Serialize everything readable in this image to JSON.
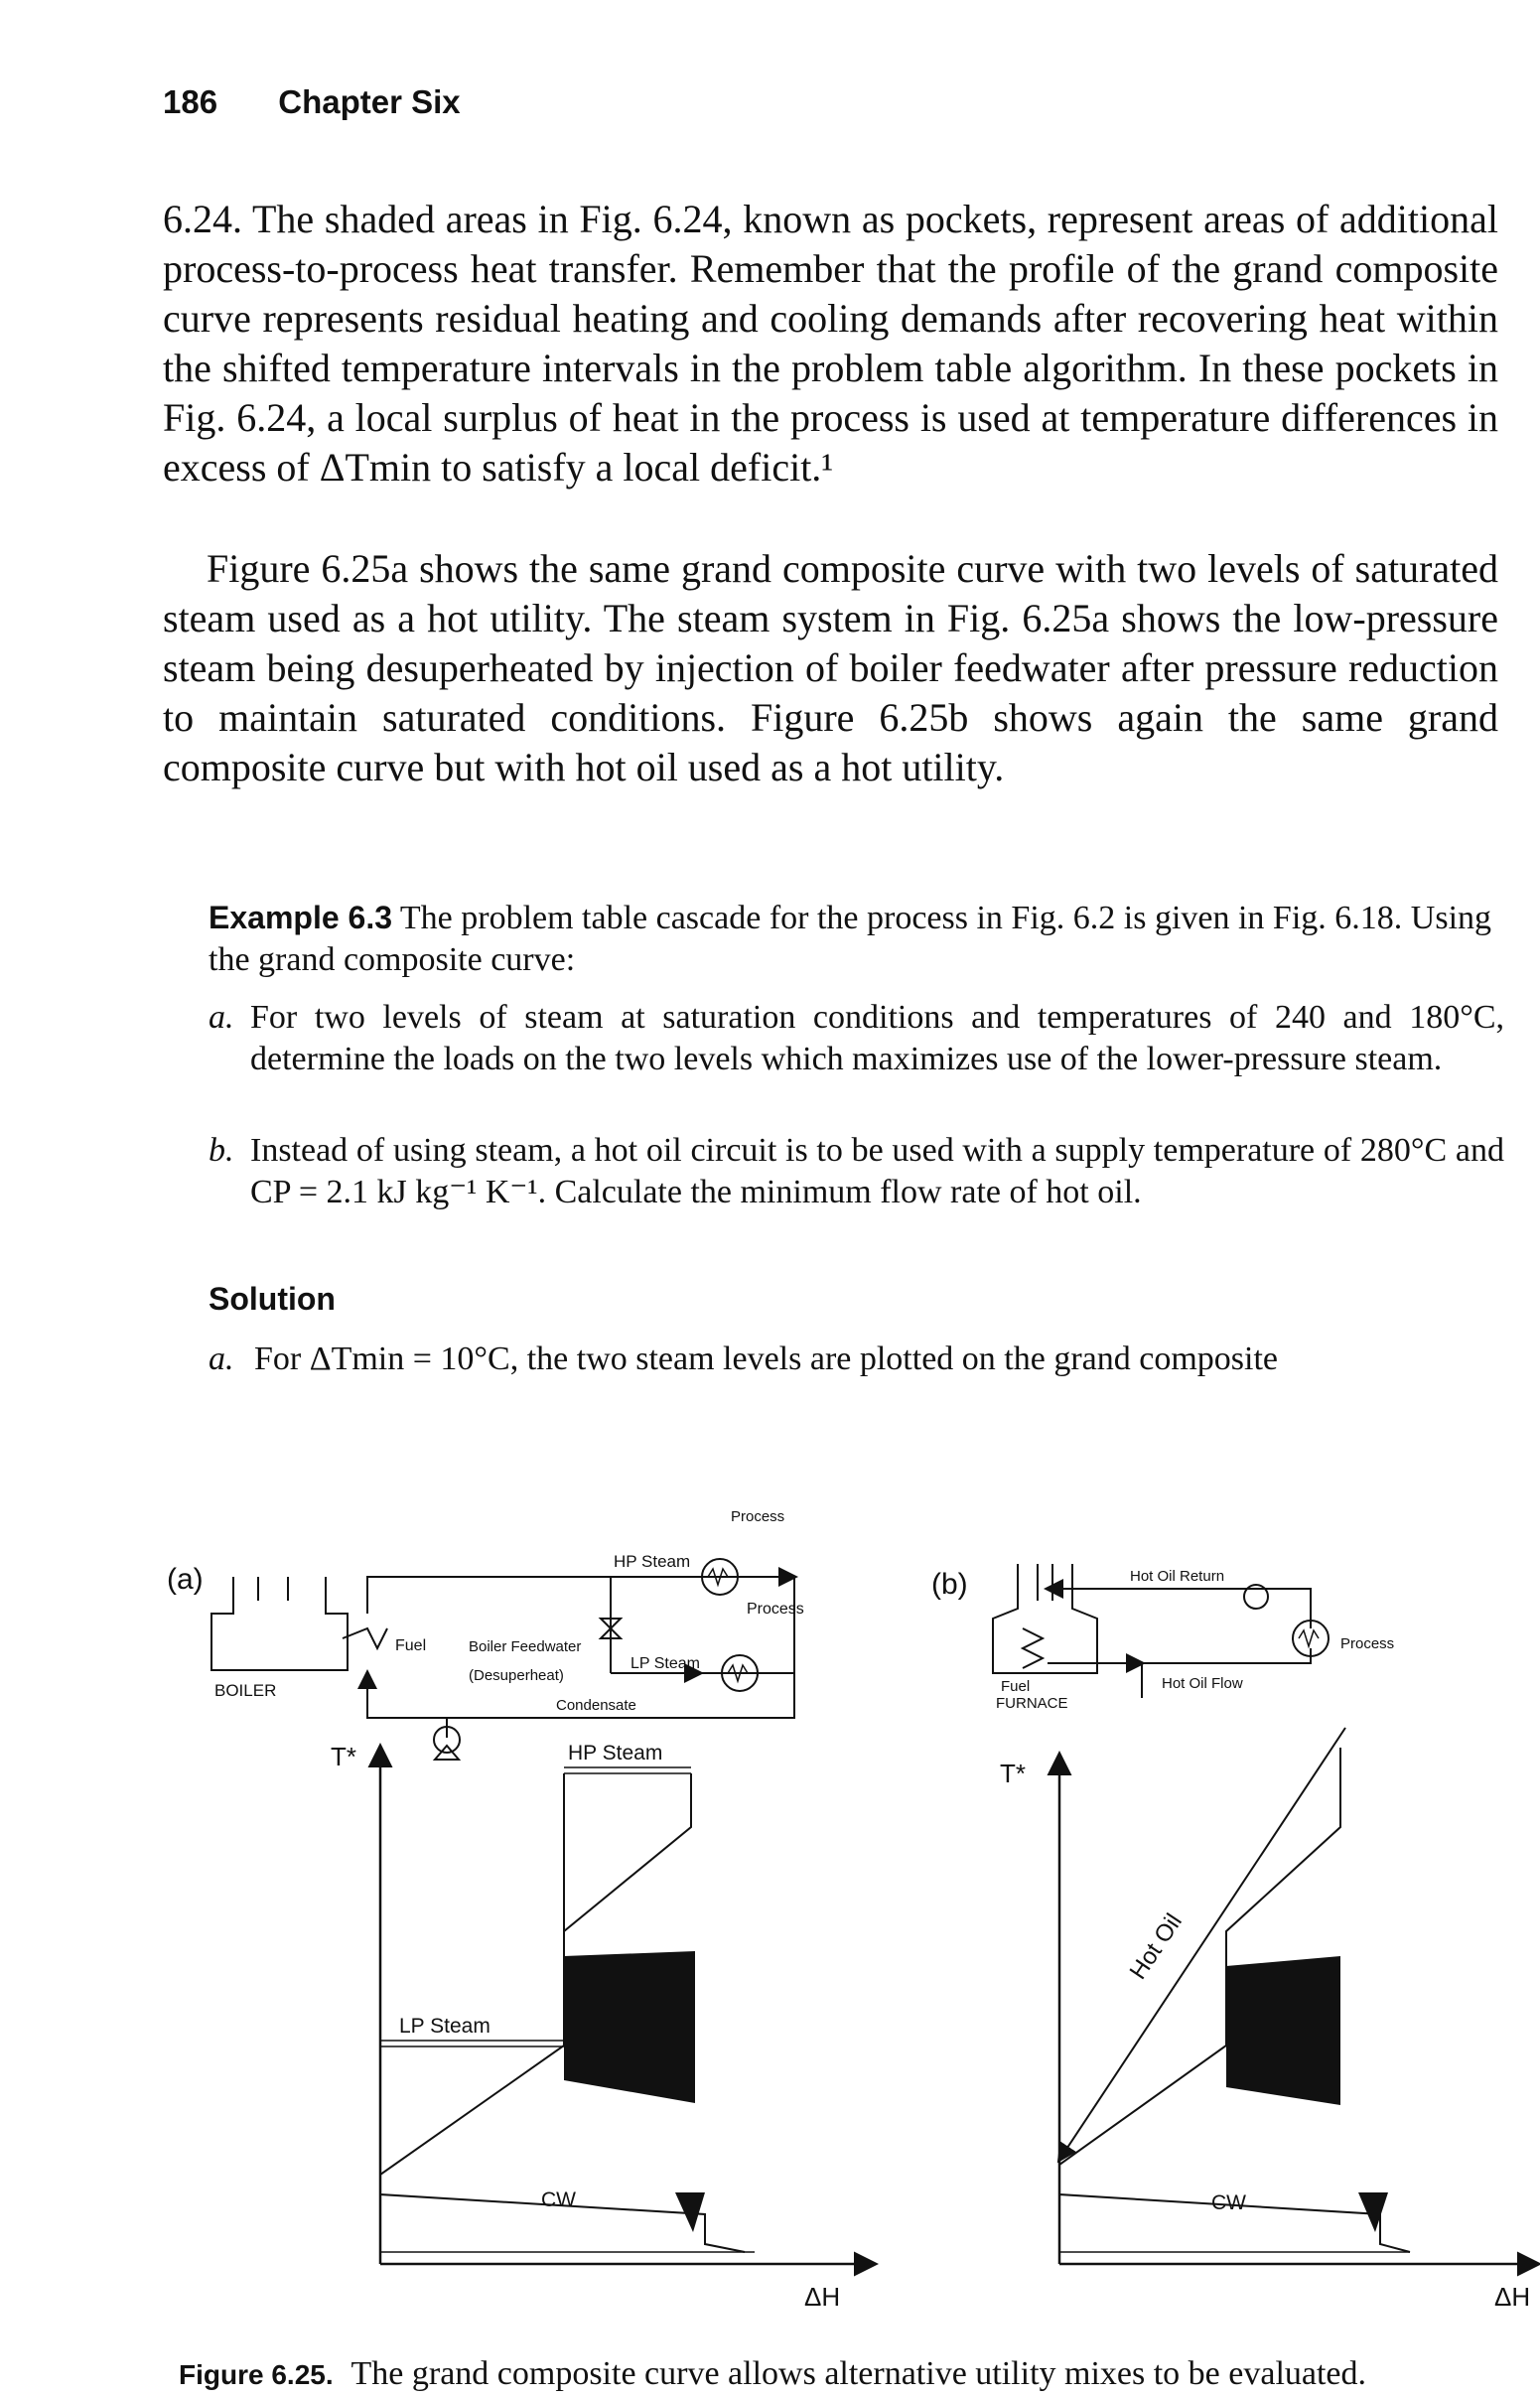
{
  "header": {
    "page_number": "186",
    "chapter": "Chapter Six"
  },
  "paragraphs": {
    "p1": "6.24. The shaded areas in Fig. 6.24, known as pockets, represent areas of additional process-to-process heat transfer. Remember that the profile of the grand composite curve represents residual heating and cooling demands after recovering heat within the shifted temperature intervals in the problem table algorithm. In these pockets in Fig. 6.24, a local surplus of heat in the process is used at temperature differences in excess of ΔTmin to satisfy a local deficit.¹",
    "p2": "Figure 6.25a shows the same grand composite curve with two levels of saturated steam used as a hot utility. The steam system in Fig. 6.25a shows the low-pressure steam being desuperheated by injection of boiler feedwater after pressure reduction to maintain saturated conditions. Figure 6.25b shows again the same grand composite curve but with hot oil used as a hot utility."
  },
  "example": {
    "label": "Example 6.3",
    "intro": "The problem table cascade for the process in Fig. 6.2 is given in Fig. 6.18. Using the grand composite curve:",
    "item_a_label": "a.",
    "item_a": "For two levels of steam at saturation conditions and temperatures of 240 and 180°C, determine the loads on the two levels which maximizes use of the lower-pressure steam.",
    "item_b_label": "b.",
    "item_b": "Instead of using steam, a hot oil circuit is to be used with a supply temperature of 280°C and CP = 2.1 kJ kg⁻¹ K⁻¹. Calculate the minimum flow rate of hot oil.",
    "solution_heading": "Solution",
    "solution_a_label": "a.",
    "solution_a": "For ΔTmin = 10°C, the two steam levels are plotted on the grand composite"
  },
  "figure": {
    "a": {
      "panel_label": "(a)",
      "boiler": "BOILER",
      "fuel": "Fuel",
      "hp_steam_top": "HP Steam",
      "process_1": "Process",
      "process_2": "Process",
      "boiler_feedwater": "Boiler Feedwater",
      "desuperheat": "(Desuperheat)",
      "lp_steam_top": "LP Steam",
      "condensate": "Condensate",
      "t_axis": "T*",
      "hp_steam_level": "HP Steam",
      "lp_steam_level": "LP Steam",
      "cw": "CW",
      "h_axis": "ΔH"
    },
    "b": {
      "panel_label": "(b)",
      "hot_oil_return": "Hot Oil Return",
      "process": "Process",
      "fuel": "Fuel",
      "furnace": "FURNACE",
      "hot_oil_flow": "Hot Oil Flow",
      "t_axis": "T*",
      "hot_oil": "Hot Oil",
      "cw": "CW",
      "h_axis": "ΔH"
    }
  },
  "caption": {
    "label": "Figure 6.25.",
    "text": "The grand composite curve allows alternative utility mixes to be evaluated."
  }
}
